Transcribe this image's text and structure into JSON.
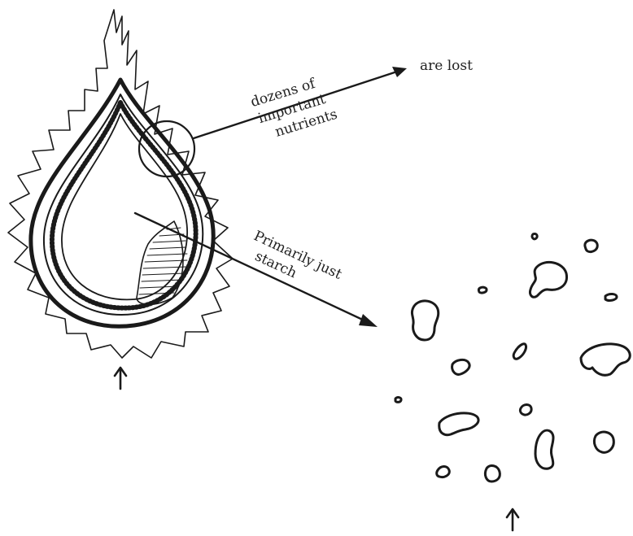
{
  "annotations": {
    "nutrients_label_line1": "dozens of",
    "nutrients_label_line2": "important",
    "nutrients_label_line3": "nutrients",
    "lost_label": "are lost",
    "starch_label_line1": "Primarily just",
    "starch_label_line2": "starch"
  },
  "colors": {
    "ink": "#1a1a1a",
    "background": "#ffffff"
  }
}
